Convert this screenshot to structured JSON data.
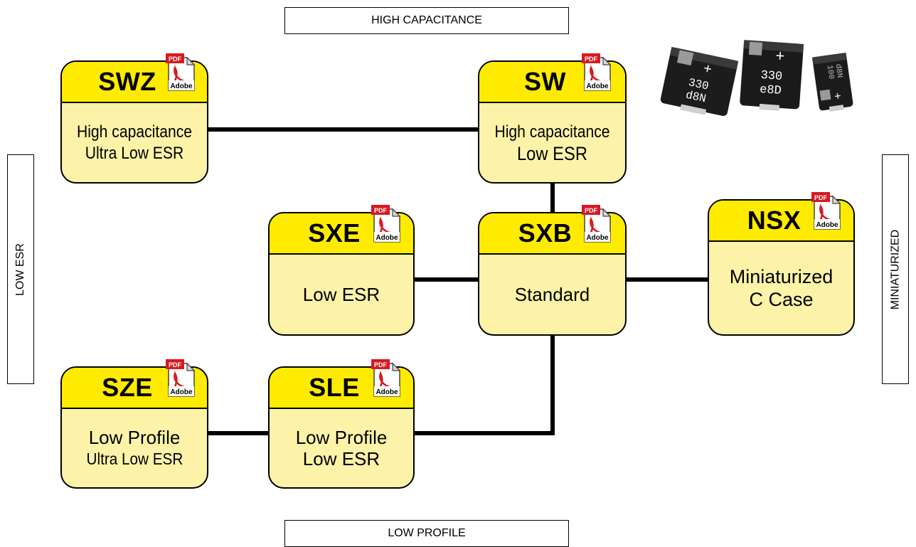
{
  "axes": {
    "top": "HIGH CAPACITANCE",
    "bottom": "LOW PROFILE",
    "left": "LOW ESR",
    "right": "MINIATURIZED"
  },
  "nodes": {
    "swz": {
      "code": "SWZ",
      "line1": "High capacitance",
      "line2": "Ultra Low ESR"
    },
    "sw": {
      "code": "SW",
      "line1": "High capacitance",
      "line2": "Low ESR"
    },
    "sxe": {
      "code": "SXE",
      "line1": "Low ESR",
      "line2": ""
    },
    "sxb": {
      "code": "SXB",
      "line1": "Standard",
      "line2": ""
    },
    "nsx": {
      "code": "NSX",
      "line1": "Miniaturized",
      "line2": "C Case"
    },
    "sze": {
      "code": "SZE",
      "line1": "Low Profile",
      "line2": "Ultra Low ESR"
    },
    "sle": {
      "code": "SLE",
      "line1": "Low Profile",
      "line2": "Low ESR"
    }
  },
  "pdf_icon": {
    "label": "PDF",
    "brand": "Adobe",
    "icon": "pdf-file-icon"
  },
  "capacitor_markings": {
    "cap1": {
      "polarity": "+",
      "line1": "330",
      "line2": "d8N"
    },
    "cap2": {
      "polarity": "+",
      "line1": "330",
      "line2": "e8D"
    },
    "cap3": {
      "polarity": "+",
      "line1": "100",
      "line2": "d8N"
    }
  },
  "colors": {
    "header_yellow": "#ffeb00",
    "body_yellow": "#fdf3a8",
    "pdf_red": "#d71920",
    "line": "#000000"
  }
}
